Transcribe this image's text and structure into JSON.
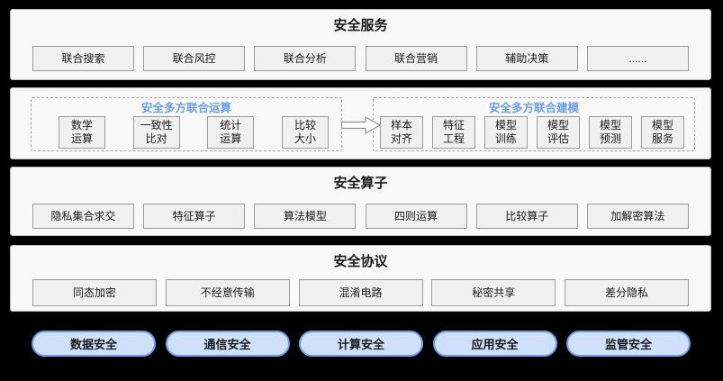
{
  "colors": {
    "background": "#000000",
    "panel_bg": "#f8f8f8",
    "box_fill": "#f0f0f0",
    "box_border": "#9b9b9b",
    "accent_blue": "#6d9eeb",
    "pill_fill": "#cfe0fb"
  },
  "services": {
    "title": "安全服务",
    "items": [
      "联合搜索",
      "联合风控",
      "联合分析",
      "联合营销",
      "辅助决策",
      "......"
    ]
  },
  "joint": {
    "compute": {
      "title": "安全多方联合运算",
      "items": [
        "数学\n运算",
        "一致性\n比对",
        "统计\n运算",
        "比较\n大小"
      ]
    },
    "modeling": {
      "title": "安全多方联合建模",
      "items": [
        "样本\n对齐",
        "特征\n工程",
        "模型\n训练",
        "模型\n评估",
        "模型\n预测",
        "模型\n服务"
      ]
    }
  },
  "operators": {
    "title": "安全算子",
    "items": [
      "隐私集合求交",
      "特征算子",
      "算法模型",
      "四则运算",
      "比较算子",
      "加解密算法"
    ]
  },
  "protocols": {
    "title": "安全协议",
    "items": [
      "同态加密",
      "不经意传输",
      "混淆电路",
      "秘密共享",
      "差分隐私"
    ]
  },
  "pillars": {
    "items": [
      "数据安全",
      "通信安全",
      "计算安全",
      "应用安全",
      "监管安全"
    ]
  }
}
